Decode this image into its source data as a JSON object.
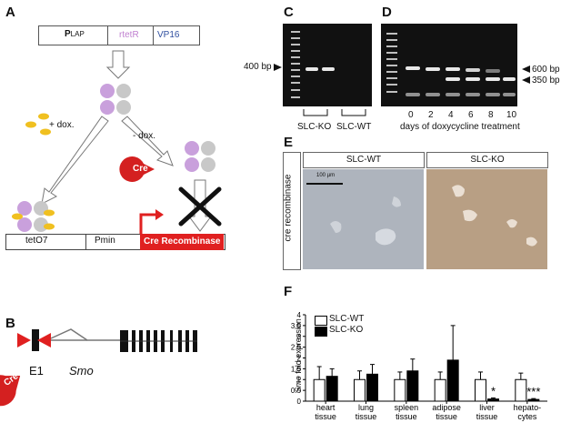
{
  "panels": {
    "A": {
      "label": "A",
      "construct": {
        "promoter": "P",
        "promoter_sub": "LAP",
        "gene": "rtetR",
        "domain": "VP16"
      },
      "plus_dox": "+ dox.",
      "minus_dox": "- dox.",
      "cre_bubble": "Cre",
      "target": {
        "operator": "tetO7",
        "min_promoter": "Pmin",
        "gene": "Cre Recombinase"
      },
      "colors": {
        "rtetR": "#c9a0dc",
        "vp16": "#3050a0",
        "dox": "#f0c020",
        "cre": "#e02020"
      }
    },
    "B": {
      "label": "B",
      "exon": "E1",
      "gene": "Smo",
      "cre_bubble": "Cre"
    },
    "C": {
      "label": "C",
      "marker": "400 bp",
      "groups": [
        "SLC-KO",
        "SLC-WT"
      ]
    },
    "D": {
      "label": "D",
      "markers": [
        "600 bp",
        "350 bp"
      ],
      "days": [
        "0",
        "2",
        "4",
        "6",
        "8",
        "10"
      ],
      "axis_title": "days of doxycycline treatment"
    },
    "E": {
      "label": "E",
      "side_label": "cre recombinase",
      "titles": [
        "SLC-WT",
        "SLC-KO"
      ],
      "scale_text": "100 µm"
    },
    "F": {
      "label": "F",
      "ylabel_italic": "Smo",
      "ylabel_rest": " fold expression",
      "legend": [
        "SLC-WT",
        "SLC-KO"
      ],
      "yticks": [
        "0",
        "0.5",
        "1",
        "1.5",
        "2",
        "2.5",
        "3",
        "3.5",
        "4"
      ],
      "significance": [
        "*",
        "***"
      ]
    }
  },
  "chart_data": {
    "type": "bar",
    "categories": [
      "heart tissue",
      "lung tissue",
      "spleen tissue",
      "adipose tissue",
      "liver tissue",
      "hepato-cytes"
    ],
    "category_lines": [
      [
        "heart",
        "tissue"
      ],
      [
        "lung",
        "tissue"
      ],
      [
        "spleen",
        "tissue"
      ],
      [
        "adipose",
        "tissue"
      ],
      [
        "liver",
        "tissue"
      ],
      [
        "hepato-",
        "cytes"
      ]
    ],
    "series": [
      {
        "name": "SLC-WT",
        "values": [
          1.0,
          1.0,
          1.0,
          1.0,
          1.0,
          1.0
        ],
        "errors": [
          0.6,
          0.4,
          0.35,
          0.35,
          0.35,
          0.3
        ],
        "color": "#ffffff"
      },
      {
        "name": "SLC-KO",
        "values": [
          1.15,
          1.25,
          1.4,
          1.9,
          0.1,
          0.08
        ],
        "errors": [
          0.35,
          0.45,
          0.55,
          1.6,
          0.05,
          0.04
        ],
        "color": "#000000"
      }
    ],
    "ylabel": "Smo fold expression",
    "ylim": [
      0,
      4
    ],
    "annotations": [
      {
        "category": "liver tissue",
        "text": "*"
      },
      {
        "category": "hepato-cytes",
        "text": "***"
      }
    ]
  }
}
